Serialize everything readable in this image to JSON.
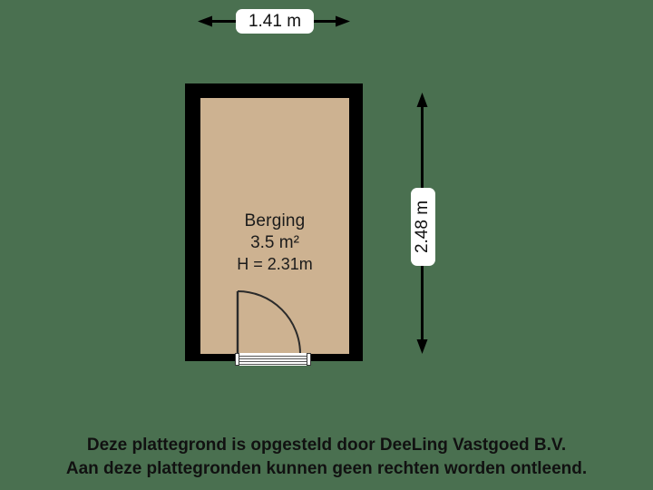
{
  "canvas": {
    "background_color": "#4a7050",
    "wall_color": "#000000",
    "floor_color": "#cdb291",
    "label_background": "#ffffff",
    "text_color": "#111111"
  },
  "dimensions": {
    "width_label": "1.41 m",
    "height_label": "2.48 m"
  },
  "room": {
    "name": "Berging",
    "area": "3.5 m²",
    "height": "H = 2.31m"
  },
  "door": {
    "icon": "door-swing-arc",
    "threshold_icon": "door-threshold"
  },
  "footer": {
    "line1": "Deze plattegrond is opgesteld door DeeLing Vastgoed B.V.",
    "line2": "Aan deze plattegronden kunnen geen rechten worden ontleend."
  }
}
